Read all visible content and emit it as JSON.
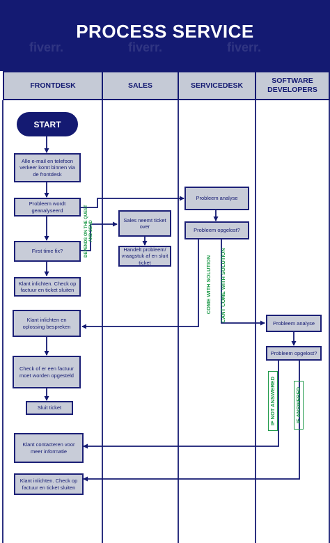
{
  "title": "PROCESS SERVICE",
  "watermark": "fiverr.",
  "lanes": [
    "FRONTDESK",
    "SALES",
    "SERVICEDESK",
    "SOFTWARE DEVELOPERS"
  ],
  "start": "START",
  "frontdesk": {
    "step1": "Alle e-mail en telefoon verkeer komt binnen via de frontdesk",
    "step2": "Probleem wordt geanalyseerd",
    "step3": "First time fix?",
    "step4": "Klant inlichten. Check op factuur en ticket sluiten",
    "step5": "Klant inlichten en oplossing bespreken",
    "step6": "Check of er een factuur moet worden opgesteld",
    "step7": "Sluit ticket",
    "step8": "Klant contacteren voor meer informatie",
    "step9": "Klant inlichten. Check op factuur en ticket sluiten"
  },
  "sales": {
    "step1": "Sales neemt ticket over",
    "step2": "Handelt probleem/ vraagstuk af en sluit ticket"
  },
  "servicedesk": {
    "step1": "Probleem analyse",
    "step2": "Probleem opgelost?"
  },
  "developers": {
    "step1": "Probleem analyse",
    "step2": "Probleem opgelost?"
  },
  "labels": {
    "depends": "DEPENDS ON THE QUEST AND SEND",
    "come_solution": "COME WITH SOLUTION",
    "cant_come": "CANT COME WITH SOLUTION",
    "if_not": "IF NOT ANSWERED",
    "if_answered": "IF ANSWERED"
  },
  "colors": {
    "navy": "#141a72",
    "box": "#c8ccd8",
    "green": "#1f9a4a"
  }
}
